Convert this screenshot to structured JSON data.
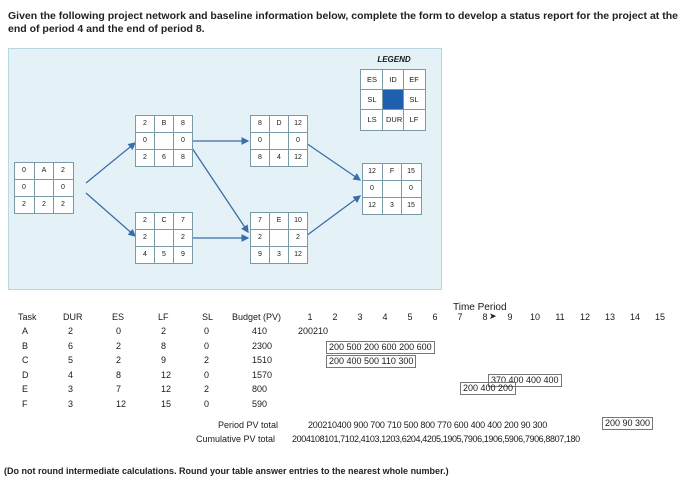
{
  "instructions": "Given the following project network and baseline information below, complete the form to develop a status report for the project at the end of period 4 and the end of period 8.",
  "legend": {
    "title": "LEGEND",
    "es": "ES",
    "id": "ID",
    "ef": "EF",
    "sl_left": "SL",
    "sl_right": "SL",
    "ls": "LS",
    "dur": "DUR",
    "lf": "LF"
  },
  "nodes": [
    {
      "id": "A",
      "es": "0",
      "ef": "2",
      "sl": "0",
      "sl2": "0",
      "ls": "2",
      "dur": "2",
      "lf": "2"
    },
    {
      "id": "B",
      "es": "2",
      "ef": "8",
      "sl": "0",
      "sl2": "0",
      "ls": "2",
      "dur": "6",
      "lf": "8"
    },
    {
      "id": "C",
      "es": "2",
      "ef": "7",
      "sl": "2",
      "sl2": "2",
      "ls": "4",
      "dur": "5",
      "lf": "9"
    },
    {
      "id": "D",
      "es": "8",
      "ef": "12",
      "sl": "0",
      "sl2": "0",
      "ls": "8",
      "dur": "4",
      "lf": "12"
    },
    {
      "id": "E",
      "es": "7",
      "ef": "10",
      "sl": "2",
      "sl2": "2",
      "ls": "9",
      "dur": "3",
      "lf": "12"
    },
    {
      "id": "F",
      "es": "12",
      "ef": "15",
      "sl": "0",
      "sl2": "0",
      "ls": "12",
      "dur": "3",
      "lf": "15"
    }
  ],
  "table": {
    "time_period_label": "Time Period",
    "headers": {
      "task": "Task",
      "dur": "DUR",
      "es": "ES",
      "lf": "LF",
      "sl": "SL",
      "budget": "Budget (PV)"
    },
    "periods": [
      "1",
      "2",
      "3",
      "4",
      "5",
      "6",
      "7",
      "8",
      "9",
      "10",
      "11",
      "12",
      "13",
      "14",
      "15"
    ],
    "rows": [
      {
        "task": "A",
        "dur": "2",
        "es": "0",
        "lf": "2",
        "sl": "0",
        "budget": "410",
        "pv_text": "200210"
      },
      {
        "task": "B",
        "dur": "6",
        "es": "2",
        "lf": "8",
        "sl": "0",
        "budget": "2300",
        "pv_text": "200 500 200 600 200 600"
      },
      {
        "task": "C",
        "dur": "5",
        "es": "2",
        "lf": "9",
        "sl": "2",
        "budget": "1510",
        "pv_text": "200 400 500 110 300"
      },
      {
        "task": "D",
        "dur": "4",
        "es": "8",
        "lf": "12",
        "sl": "0",
        "budget": "1570",
        "pv_text": "370 400 400 400"
      },
      {
        "task": "E",
        "dur": "3",
        "es": "7",
        "lf": "12",
        "sl": "2",
        "budget": "800",
        "pv_text": "200 400 200"
      },
      {
        "task": "F",
        "dur": "3",
        "es": "12",
        "lf": "15",
        "sl": "0",
        "budget": "590",
        "pv_text": "200 90 300"
      }
    ],
    "period_total_label": "Period PV total",
    "period_total_text": "200210400 900 700 710 500 800 770 600 400 400 200 90 300",
    "cumulative_label": "Cumulative PV total",
    "cumulative_text": "2004108101,7102,4103,1203,6204,4205,1905,7906,1906,5906,7906,8807,180"
  },
  "footnote": "(Do not round intermediate calculations. Round your table answer entries to the nearest whole number.)"
}
